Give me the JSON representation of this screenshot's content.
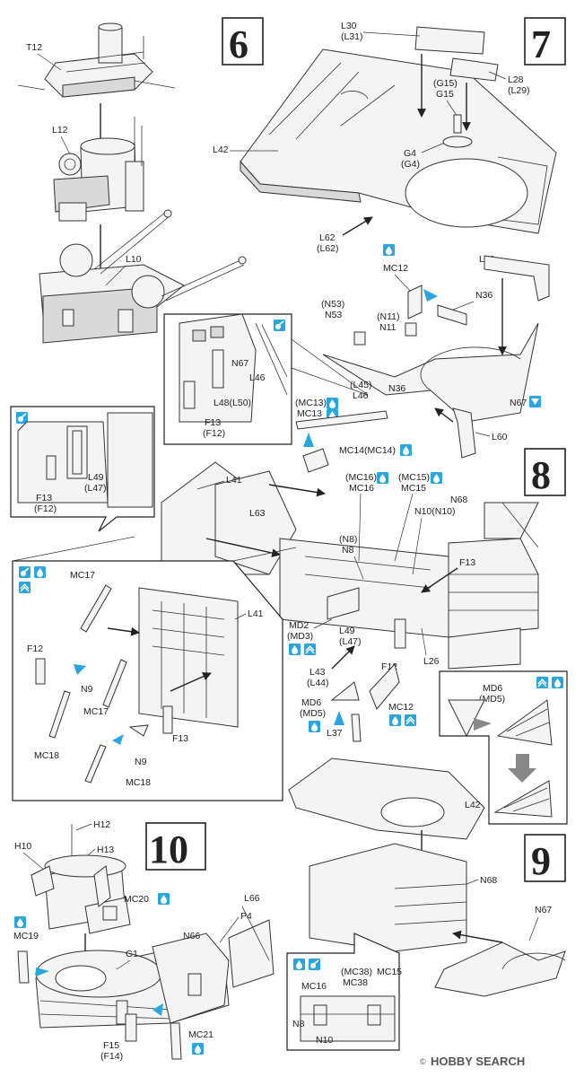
{
  "steps": {
    "s6": "6",
    "s7": "7",
    "s8": "8",
    "s9": "9",
    "s10": "10"
  },
  "labels": {
    "T12": "T12",
    "L12": "L12",
    "L10": "L10",
    "L30": "L30",
    "L31": "(L31)",
    "L28": "L28",
    "L29": "(L29)",
    "G15a": "(G15)",
    "G15b": "G15",
    "L42": "L42",
    "G4a": "G4",
    "G4b": "(G4)",
    "L62a": "L62",
    "L62b": "(L62)",
    "MC12a": "MC12",
    "L59": "L59",
    "N36a": "N36",
    "N53a": "(N53)",
    "N53b": "N53",
    "N11a": "(N11)",
    "N11b": "N11",
    "N36b": "N36",
    "N67a": "N67",
    "N67b": "N67",
    "L46a": "L46",
    "L48": "L48(L50)",
    "F13a": "F13",
    "F12a": "(F12)",
    "L45": "(L45)",
    "L46b": "L46",
    "MC13a": "(MC13)",
    "MC13b": "MC13",
    "L60": "L60",
    "MC14": "MC14(MC14)",
    "L49a": "L49",
    "L47a": "(L47)",
    "F13b": "F13",
    "F12b": "(F12)",
    "L41a": "L41",
    "L63": "L63",
    "MC16a": "(MC16)",
    "MC16b": "MC16",
    "MC15a": "(MC15)",
    "MC15b": "MC15",
    "N68a": "N68",
    "N10": "N10(N10)",
    "N8a": "(N8)",
    "N8b": "N8",
    "F13c": "F13",
    "MC17a": "MC17",
    "L41b": "L41",
    "F12c": "F12",
    "N9a": "N9",
    "MC17b": "MC17",
    "MC18a": "MC18",
    "F13d": "F13",
    "N9b": "N9",
    "MC18b": "MC18",
    "MD2": "MD2",
    "MD3": "(MD3)",
    "L49b": "L49",
    "L47b": "(L47)",
    "L43": "L43",
    "L44": "(L44)",
    "F12d": "F12",
    "L26": "L26",
    "MD6a": "MD6",
    "MD5a": "(MD5)",
    "MC12b": "MC12",
    "L37": "L37",
    "MD6b": "MD6",
    "MD5b": "(MD5)",
    "L42b": "L42",
    "N68b": "N68",
    "N67c": "N67",
    "MC38a": "(MC38)",
    "MC38b": "MC38",
    "MC15c": "MC15",
    "MC16c": "MC16",
    "N8c": "N8",
    "N10b": "N10",
    "H12": "H12",
    "H13": "H13",
    "H10": "H10",
    "MC20": "MC20",
    "L66": "L66",
    "N66": "N66",
    "P4": "P4",
    "G1": "G1",
    "MC19": "MC19",
    "F15": "F15",
    "F14": "(F14)",
    "MC21": "MC21"
  },
  "watermark": {
    "copyright": "©",
    "brand": "HOBBY SEARCH"
  },
  "icons": {
    "paint": "paint-drop-icon",
    "cement": "cement-icon",
    "flip": "flip-icon",
    "accent": "#2aa6de"
  }
}
